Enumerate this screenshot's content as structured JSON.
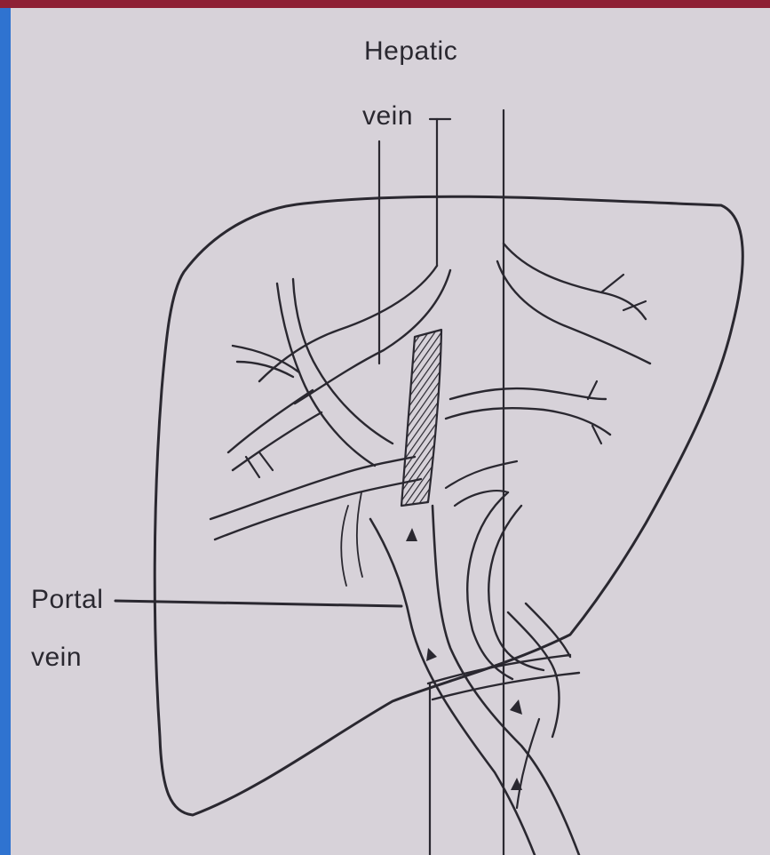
{
  "labels": {
    "hepatic_vein_line1": "Hepatic",
    "hepatic_vein_line2": "vein",
    "portal_vein_line1": "Portal",
    "portal_vein_line2": "vein"
  },
  "colors": {
    "frame_blue": "#2f73d0",
    "top_stripe": "#8e2034",
    "paper": "#d7d2d9",
    "ink": "#2a2830"
  }
}
